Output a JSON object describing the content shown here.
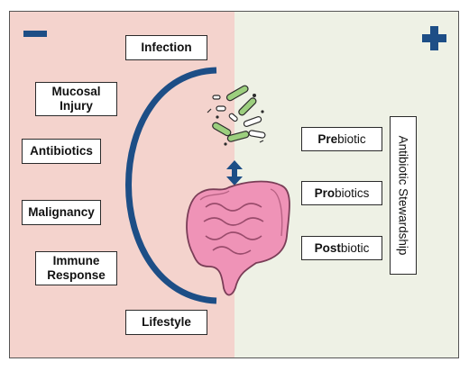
{
  "left": {
    "sign": "minus",
    "factors": [
      "Infection",
      "Mucosal\nInjury",
      "Antibiotics",
      "Malignancy",
      "Immune\nResponse",
      "Lifestyle"
    ]
  },
  "right": {
    "sign": "plus",
    "items": [
      {
        "bold": "Pre",
        "rest": "biotic"
      },
      {
        "bold": "Pro",
        "rest": "biotics"
      },
      {
        "bold": "Post",
        "rest": "biotic"
      }
    ],
    "vertical_label": "Antibiotic Stewardship"
  },
  "colors": {
    "left_panel": "#f4d3cd",
    "right_panel": "#eef1e5",
    "navy": "#1d4e86",
    "bacteria_green": "#9ccf7e",
    "gut_pink": "#ef93b7"
  },
  "icons": [
    "minus-icon",
    "plus-icon",
    "bacteria-icon",
    "double-arrow-icon",
    "intestine-icon"
  ]
}
